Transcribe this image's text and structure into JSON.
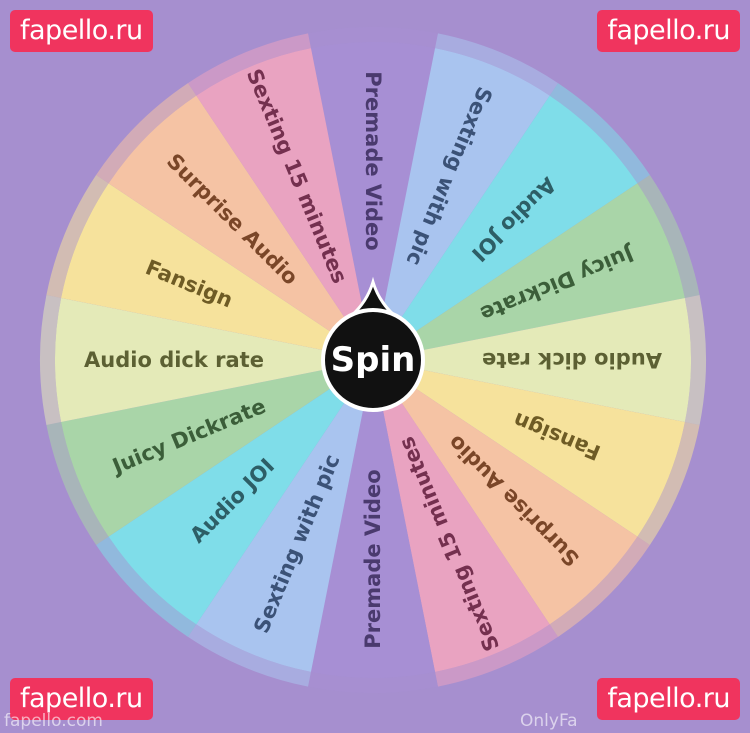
{
  "watermarks": {
    "top_left": "fapello.ru",
    "top_right": "fapello.ru",
    "bottom_left": "fapello.ru",
    "bottom_right": "fapello.ru",
    "footer_left": "fapello.com",
    "footer_right": "OnlyFa"
  },
  "wheel": {
    "spin_label": "Spin",
    "segments": [
      {
        "label": "Premade Video",
        "color": "#a78fd4",
        "text_color": "#4a3a6e"
      },
      {
        "label": "Sexting with pic",
        "color": "#a9c4ef",
        "text_color": "#3b5277"
      },
      {
        "label": "Audio JOI",
        "color": "#7fdde9",
        "text_color": "#2d5e66"
      },
      {
        "label": "Juicy Dickrate",
        "color": "#a9d5a8",
        "text_color": "#3b5e39"
      },
      {
        "label": "Audio dick rate",
        "color": "#e4eab8",
        "text_color": "#5c6033"
      },
      {
        "label": "Fansign",
        "color": "#f6e29c",
        "text_color": "#6e5b25"
      },
      {
        "label": "Surprise Audio",
        "color": "#f5c3a4",
        "text_color": "#7a4628"
      },
      {
        "label": "Sexting 15 minutes",
        "color": "#e9a3c1",
        "text_color": "#74304f"
      },
      {
        "label": "Premade Video",
        "color": "#a78fd4",
        "text_color": "#4a3a6e"
      },
      {
        "label": "Sexting with pic",
        "color": "#a9c4ef",
        "text_color": "#3b5277"
      },
      {
        "label": "Audio JOI",
        "color": "#7fdde9",
        "text_color": "#2d5e66"
      },
      {
        "label": "Juicy Dickrate",
        "color": "#a9d5a8",
        "text_color": "#3b5e39"
      },
      {
        "label": "Audio dick rate",
        "color": "#e4eab8",
        "text_color": "#5c6033"
      },
      {
        "label": "Fansign",
        "color": "#f6e29c",
        "text_color": "#6e5b25"
      },
      {
        "label": "Surprise Audio",
        "color": "#f5c3a4",
        "text_color": "#7a4628"
      },
      {
        "label": "Sexting 15 minutes",
        "color": "#e9a3c1",
        "text_color": "#74304f"
      }
    ]
  },
  "colors": {
    "background": "#a68fcf",
    "badge": "#f0345e",
    "spin_button": "#111111"
  }
}
